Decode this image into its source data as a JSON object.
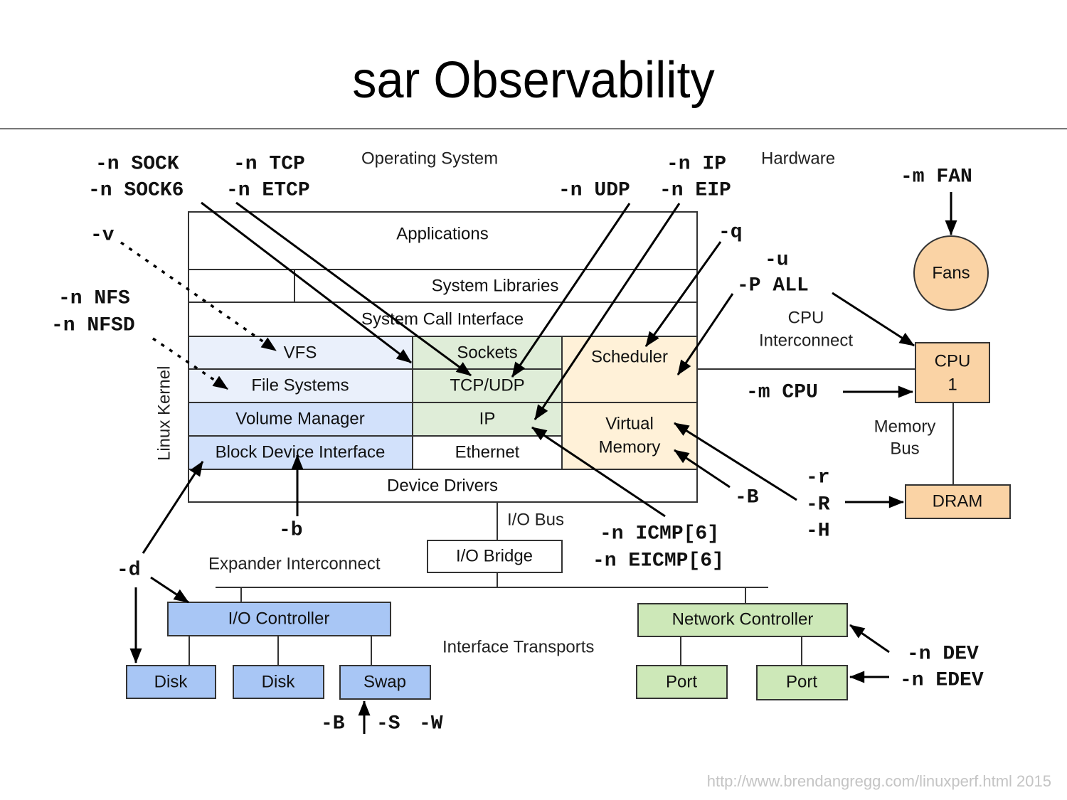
{
  "title": "sar Observability",
  "footer": "http://www.brendangregg.com/linuxperf.html 2015",
  "colors": {
    "fs_light": "#eaf0fb",
    "block_blue": "#d2e1fb",
    "net_green": "#dfedd8",
    "sched_yellow": "#fff1d8",
    "hw_orange": "#fad3a5",
    "io_blue": "#a8c6f5",
    "nic_green": "#cde8b8"
  },
  "regions": {
    "os": "Operating System",
    "hardware": "Hardware",
    "kernel": "Linux Kernel",
    "cpu_interconnect": [
      "CPU",
      "Interconnect"
    ],
    "memory_bus": [
      "Memory",
      "Bus"
    ],
    "io_bus": "I/O Bus",
    "expander": "Expander Interconnect",
    "transports": "Interface Transports"
  },
  "stack": {
    "applications": "Applications",
    "system_libraries": "System Libraries",
    "syscall": "System Call Interface",
    "vfs": "VFS",
    "file_systems": "File Systems",
    "volume_manager": "Volume Manager",
    "block_device": "Block Device Interface",
    "sockets": "Sockets",
    "tcp_udp": "TCP/UDP",
    "ip": "IP",
    "ethernet": "Ethernet",
    "scheduler": "Scheduler",
    "virtual_memory": [
      "Virtual",
      "Memory"
    ],
    "device_drivers": "Device Drivers"
  },
  "hw": {
    "fans": "Fans",
    "cpu": [
      "CPU",
      "1"
    ],
    "dram": "DRAM",
    "io_bridge": "I/O Bridge",
    "io_controller": "I/O Controller",
    "disk1": "Disk",
    "disk2": "Disk",
    "swap": "Swap",
    "network_controller": "Network Controller",
    "port1": "Port",
    "port2": "Port"
  },
  "options": {
    "sock": "-n SOCK",
    "sock6": "-n SOCK6",
    "tcp": "-n TCP",
    "etcp": "-n ETCP",
    "ip": "-n IP",
    "udp": "-n UDP",
    "eip": "-n EIP",
    "v": "-v",
    "nfs": "-n NFS",
    "nfsd": "-n NFSD",
    "q": "-q",
    "u": "-u",
    "p_all": "-P ALL",
    "m_fan": "-m FAN",
    "m_cpu": "-m CPU",
    "r": "-r",
    "R": "-R",
    "H": "-H",
    "B_vm": "-B",
    "icmp": "-n ICMP[6]",
    "eicmp": "-n EICMP[6]",
    "b": "-b",
    "d": "-d",
    "B_swap": "-B",
    "S": "-S",
    "W": "-W",
    "dev": "-n DEV",
    "edev": "-n EDEV"
  }
}
